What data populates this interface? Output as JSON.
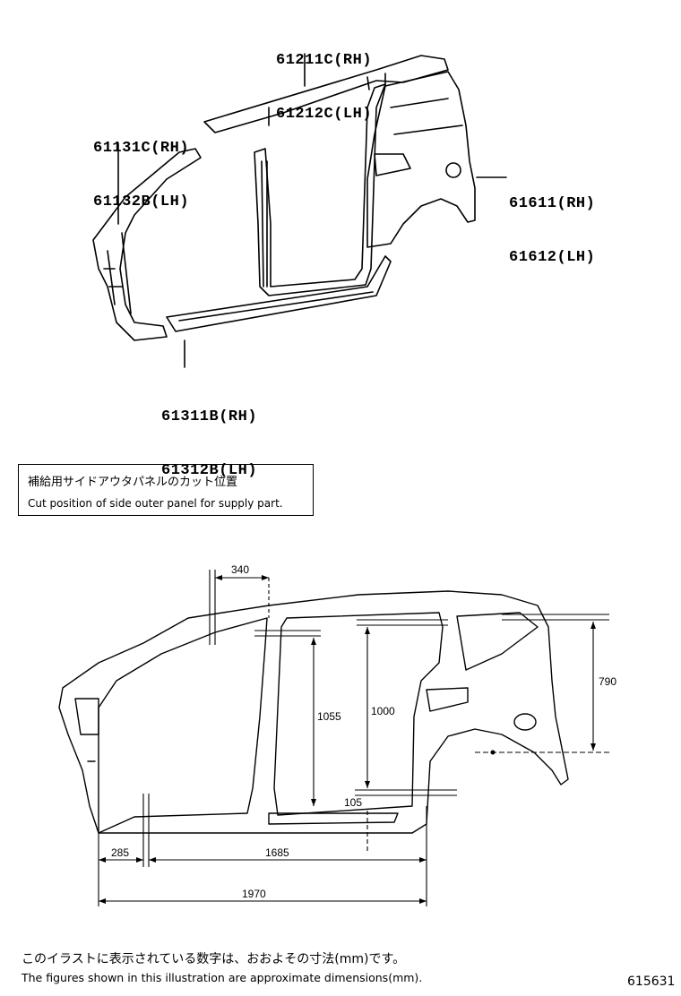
{
  "callouts": [
    {
      "id": "roof-side-rail",
      "parts": [
        "61211C(RH)",
        "61212C(LH)"
      ]
    },
    {
      "id": "front-pillar",
      "parts": [
        "61131C(RH)",
        "61132B(LH)"
      ]
    },
    {
      "id": "quarter-panel",
      "parts": [
        "61611(RH)",
        "61612(LH)"
      ]
    },
    {
      "id": "rocker",
      "parts": [
        "61311B(RH)",
        "61312B(LH)"
      ]
    }
  ],
  "note": {
    "jp": "補給用サイドアウタパネルのカット位置",
    "en": "Cut position of side outer panel for supply part."
  },
  "dimensions": {
    "d340": "340",
    "d1055": "1055",
    "d1000": "1000",
    "d790": "790",
    "d105": "105",
    "d285": "285",
    "d1685": "1685",
    "d1970": "1970"
  },
  "footer": {
    "jp": "このイラストに表示されている数字は、おおよその寸法(mm)です。",
    "en": "The figures shown in this illustration are approximate dimensions(mm)."
  },
  "figure_id": "615631"
}
